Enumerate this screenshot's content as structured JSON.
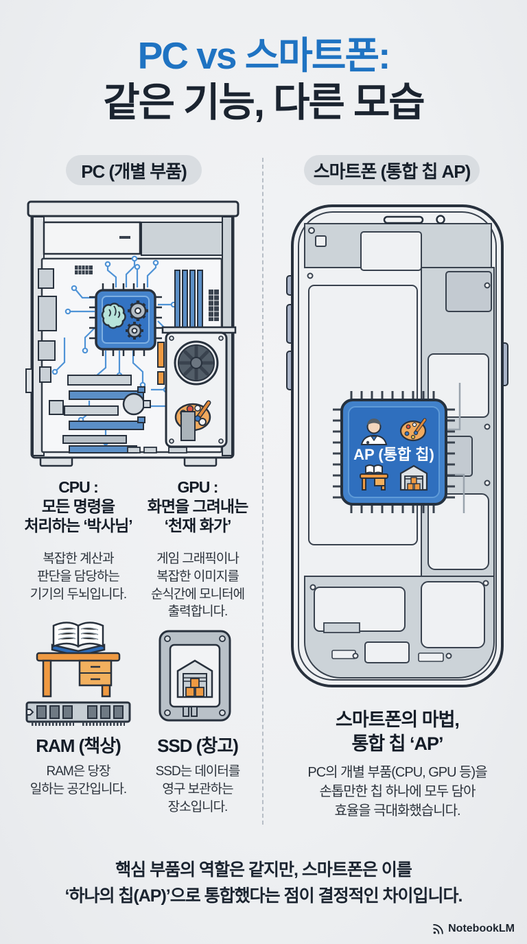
{
  "header": {
    "title_line1": "PC vs 스마트폰:",
    "title_line2": "같은 기능, 다른 모습"
  },
  "pc_column": {
    "header": "PC (개별 부품)",
    "cpu_title": "CPU :\n모든 명령을\n처리하는 ‘박사님’",
    "cpu_body": "복잡한 계산과\n판단을 담당하는\n기기의 두뇌입니다.",
    "gpu_title": "GPU :\n화면을 그려내는\n‘천재 화가’",
    "gpu_body": "게임 그래픽이나\n복잡한 이미지를\n순식간에 모니터에\n출력합니다.",
    "ram_title": "RAM (책상)",
    "ram_body": "RAM은 당장\n일하는 공간입니다.",
    "ssd_title": "SSD (창고)",
    "ssd_body": "SSD는 데이터를\n영구 보관하는\n장소입니다."
  },
  "phone_column": {
    "header": "스마트폰 (통합 칩 AP)",
    "chip_label": "AP (통합 칩)",
    "heading": "스마트폰의 마법,\n통합 칩 ‘AP’",
    "body": "PC의 개별 부품(CPU, GPU 등)을\n손톱만한 칩 하나에 모두 담아\n효율을 극대화했습니다."
  },
  "footer": {
    "line1": "핵심 부품의 역할은 같지만, 스마트폰은 이를",
    "line2": "‘하나의 칩(AP)’으로 통합했다는 점이 결정적인 차이입니다.",
    "brand": "NotebookLM"
  },
  "icons": [
    "pc-tower-illustration",
    "cpu-chip-icon",
    "brain-icon",
    "gear-icon",
    "ram-sticks-icon",
    "gpu-card-icon",
    "fan-icon",
    "palette-icon",
    "desk-book-icon",
    "ram-stick-icon",
    "ssd-drive-icon",
    "warehouse-icon",
    "phone-illustration",
    "ap-chip-icon",
    "doctor-icon",
    "notebooklm-icon"
  ],
  "colors": {
    "accent_blue": "#1f73c2",
    "heading_dark": "#1b2430",
    "chip_blue": "#4181ca",
    "circuit_blue": "#4f93d6",
    "orange": "#ef9a42",
    "teal": "#b7e3da",
    "pill_background": "#d9dde1",
    "background": "#eef0f2"
  }
}
